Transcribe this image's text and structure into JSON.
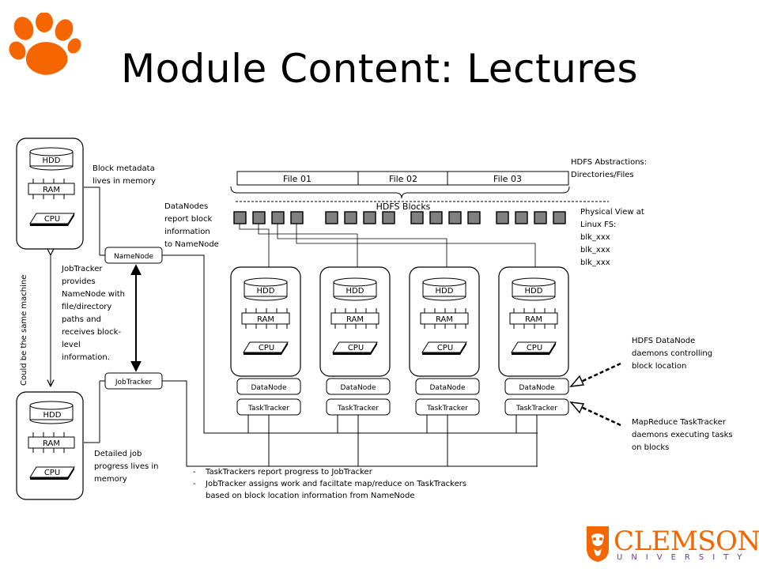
{
  "title": "Module Content: Lectures",
  "colors": {
    "clemson_orange": "#f56600",
    "clemson_purple": "#522d80"
  },
  "logos": {
    "paw": "paw-logo",
    "university": "Clemson University"
  },
  "master": {
    "top_machine": {
      "hdd": "HDD",
      "ram": "RAM",
      "cpu": "CPU"
    },
    "bottom_machine": {
      "hdd": "HDD",
      "ram": "RAM",
      "cpu": "CPU"
    },
    "namenode": "NameNode",
    "jobtracker": "JobTracker",
    "same_machine_note": "Could be the same machine",
    "block_metadata": [
      "Block metadata",
      "lives in memory"
    ],
    "jobtracker_note": [
      "JobTracker",
      "provides",
      "NameNode  with",
      "file/directory",
      "paths and",
      "receives block-",
      "level",
      "information."
    ],
    "job_progress_note": [
      "Detailed job",
      "progress lives in",
      "memory"
    ],
    "datanodes_report": [
      "DataNodes",
      "report block",
      "information",
      "to NameNode"
    ]
  },
  "files": [
    "File 01",
    "File 02",
    "File 03"
  ],
  "hdfs_blocks": "HDFS Blocks",
  "hdfs_abstractions": [
    "HDFS Abstractions:",
    "Directories/Files"
  ],
  "physical_view": [
    "Physical View at",
    "Linux FS:",
    "blk_xxx",
    "blk_xxx",
    "blk_xxx"
  ],
  "workers": [
    {
      "hdd": "HDD",
      "ram": "RAM",
      "cpu": "CPU",
      "datanode": "DataNode",
      "tasktracker": "TaskTracker"
    },
    {
      "hdd": "HDD",
      "ram": "RAM",
      "cpu": "CPU",
      "datanode": "DataNode",
      "tasktracker": "TaskTracker"
    },
    {
      "hdd": "HDD",
      "ram": "RAM",
      "cpu": "CPU",
      "datanode": "DataNode",
      "tasktracker": "TaskTracker"
    },
    {
      "hdd": "HDD",
      "ram": "RAM",
      "cpu": "CPU",
      "datanode": "DataNode",
      "tasktracker": "TaskTracker"
    }
  ],
  "datanode_daemons_note": [
    "HDFS DataNode",
    "daemons controlling",
    "block location"
  ],
  "tasktracker_daemons_note": [
    "MapReduce TaskTracker",
    "daemons executing tasks",
    "on blocks"
  ],
  "bottom_notes": [
    "TaskTrackers report progress to JobTracker",
    "JobTracker assigns work and faciltate map/reduce on TaskTrackers",
    "based on block location information from NameNode"
  ],
  "clemson_wordmark": "CLEMSON",
  "clemson_subtitle": "UNIVERSITY"
}
